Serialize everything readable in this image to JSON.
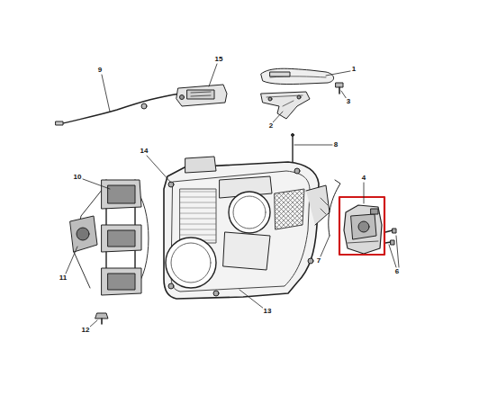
{
  "diagram": {
    "labels": [
      "9",
      "15",
      "1",
      "3",
      "2",
      "8",
      "14",
      "10",
      "4",
      "7",
      "6",
      "11",
      "13",
      "12"
    ]
  }
}
